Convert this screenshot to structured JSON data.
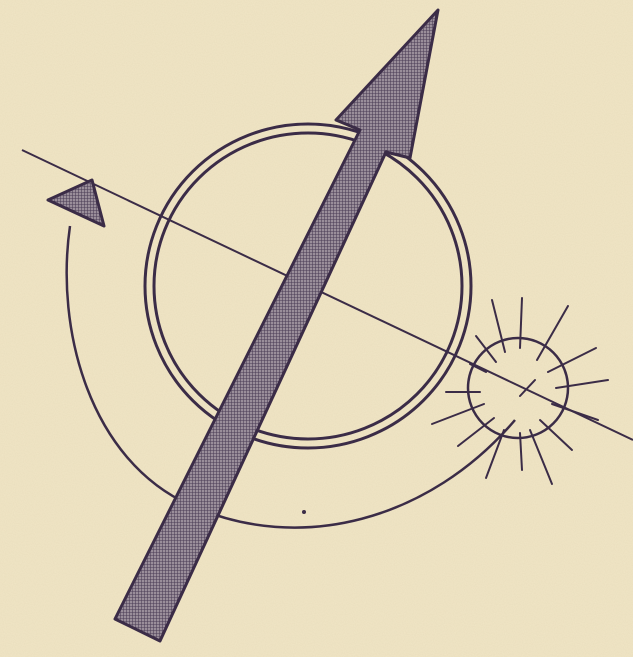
{
  "diagram": {
    "labels": [],
    "elements": [
      "central-ring",
      "cross-line",
      "orbit-arc",
      "orbit-arrowhead",
      "small-circle",
      "radiating-rays",
      "large-arrow"
    ],
    "colors": {
      "paper": "#f1e6c6",
      "ink": "#3b2c47",
      "hatch": "#4a3c55",
      "hatch_light": "#9a8e9a"
    }
  }
}
